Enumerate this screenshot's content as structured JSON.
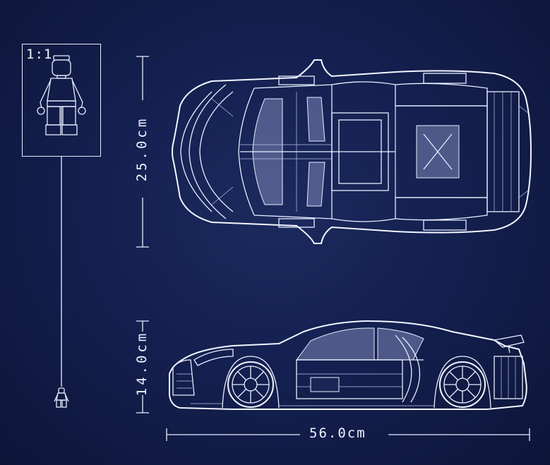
{
  "scale_label": "1:1",
  "dimensions": {
    "width": "25.0cm",
    "height": "14.0cm",
    "length": "56.0cm"
  },
  "colors": {
    "background": "#142050",
    "lines": "#e8eeff"
  }
}
